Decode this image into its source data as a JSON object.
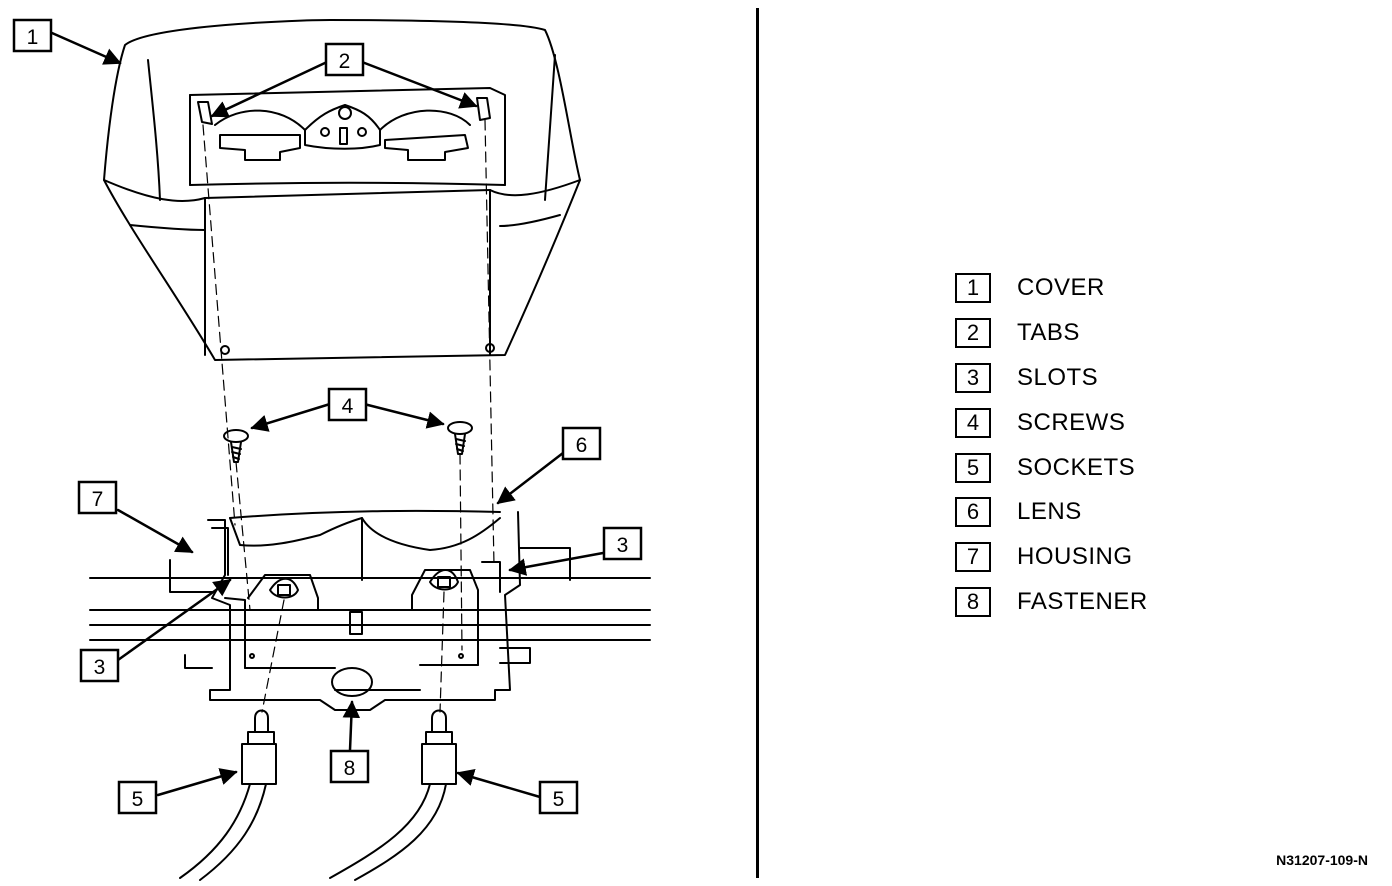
{
  "legend": [
    {
      "num": "1",
      "label": "COVER"
    },
    {
      "num": "2",
      "label": "TABS"
    },
    {
      "num": "3",
      "label": "SLOTS"
    },
    {
      "num": "4",
      "label": "SCREWS"
    },
    {
      "num": "5",
      "label": "SOCKETS"
    },
    {
      "num": "6",
      "label": "LENS"
    },
    {
      "num": "7",
      "label": "HOUSING"
    },
    {
      "num": "8",
      "label": "FASTENER"
    }
  ],
  "callouts": {
    "cover": "1",
    "tabs": "2",
    "slots_right": "3",
    "slots_left": "3",
    "screws": "4",
    "sockets_left": "5",
    "sockets_right": "5",
    "lens": "6",
    "housing": "7",
    "fastener": "8"
  },
  "figure_id": "N31207-109-N",
  "colors": {
    "ink": "#000000",
    "paper": "#ffffff"
  }
}
